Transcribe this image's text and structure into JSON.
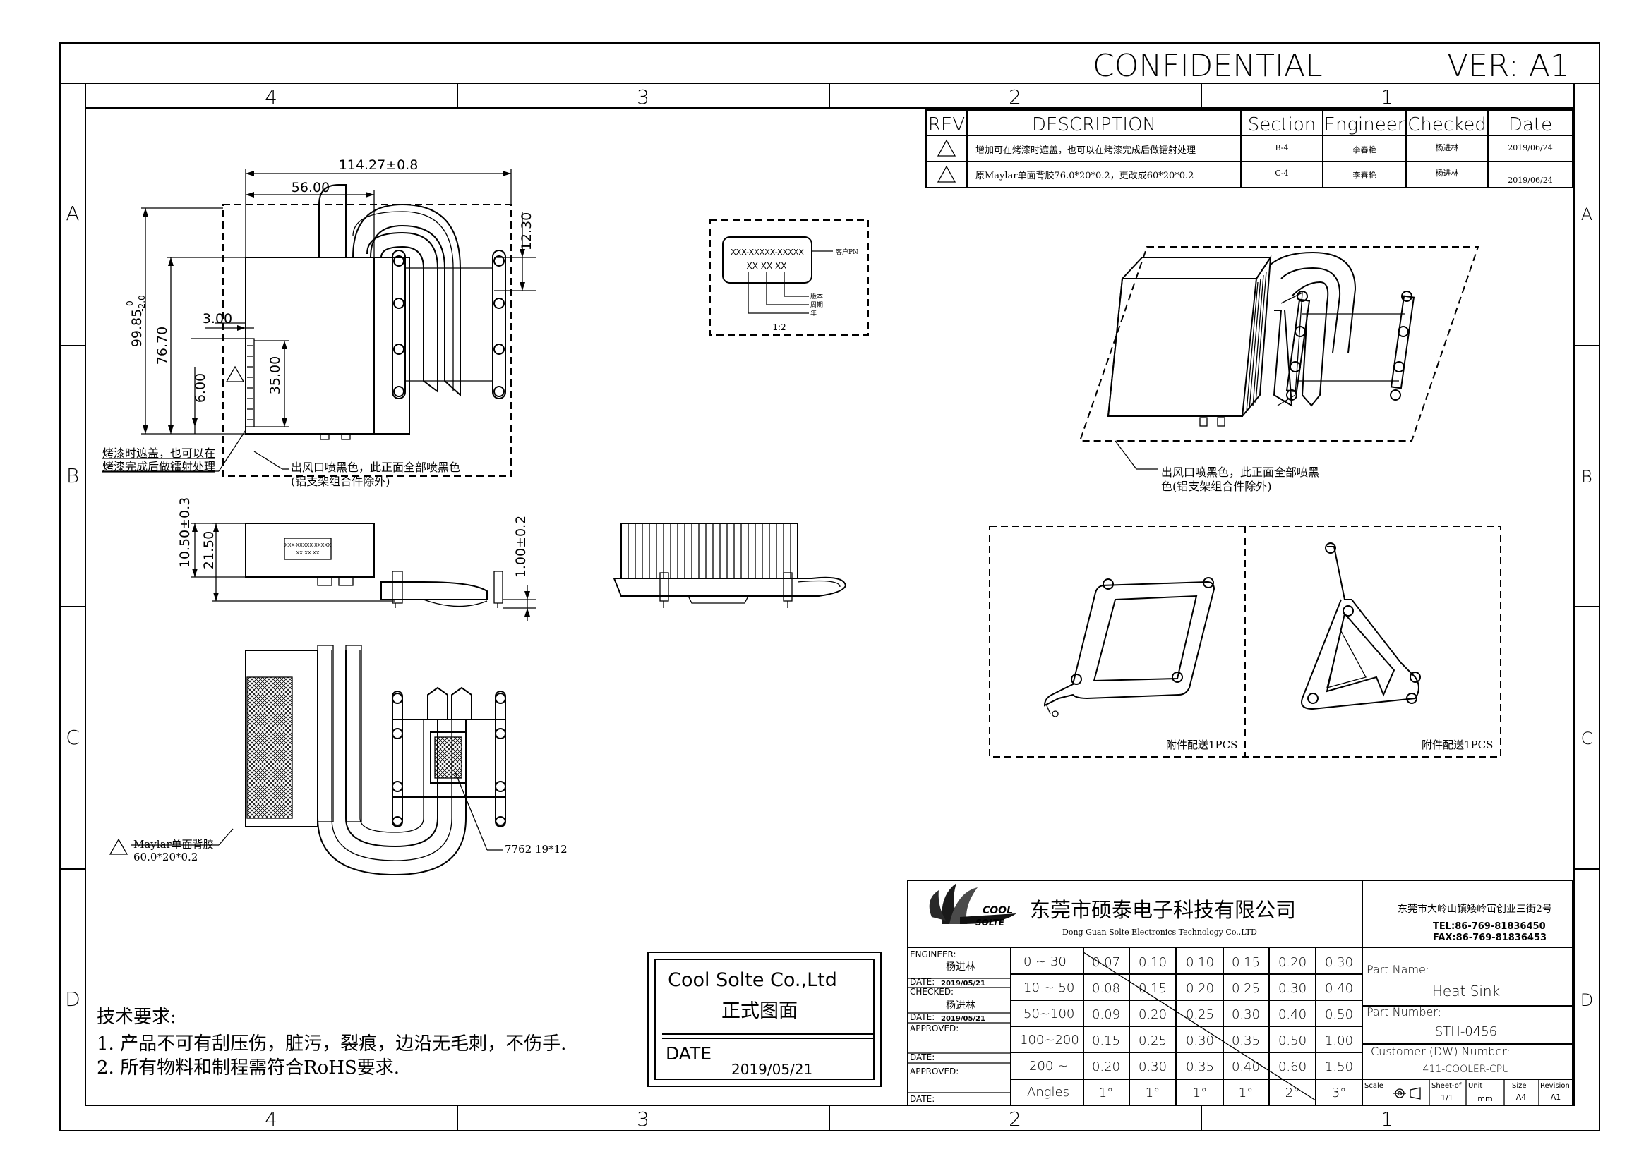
{
  "header": {
    "confidential": "CONFIDENTIAL",
    "version": "VER: A1"
  },
  "zones": {
    "cols": [
      "4",
      "3",
      "2",
      "1"
    ],
    "rows": [
      "A",
      "B",
      "C",
      "D"
    ]
  },
  "revision_table": {
    "headers": [
      "REV",
      "DESCRIPTION",
      "Section",
      "Engineer",
      "Checked",
      "Date"
    ],
    "rows": [
      {
        "desc": "增加可在烤漆时遮盖，也可以在烤漆完成后做镭射处理",
        "section": "B-4",
        "engineer": "李春艳",
        "checked": "杨进林",
        "date": "2019/06/24"
      },
      {
        "desc": "原Maylar单面背胶76.0*20*0.2，更改成60*20*0.2",
        "section": "C-4",
        "engineer": "李春艳",
        "checked": "杨进林",
        "date": "2019/06/24"
      }
    ]
  },
  "dimensions": {
    "width_total": "114.27±0.8",
    "width_fin": "56.00",
    "right_top": "12.30",
    "height_total": "99.85",
    "height_tol_upper": "0",
    "height_tol_lower": "-2.0",
    "height_fin": "76.70",
    "offset_left": "3.00",
    "label_height": "6.00",
    "label_length": "35.00",
    "side_h1": "10.50±0.3",
    "side_h2": "21.50",
    "side_right": "1.00±0.2"
  },
  "label_detail": {
    "code": "XXX-XXXXX-XXXXX",
    "customer_pn": "客户PN",
    "sub": "XX  XX  XX",
    "version": "版本",
    "week": "周期",
    "year": "年",
    "scale": "1:2"
  },
  "side_label": {
    "line1": "XXX-XXXXX-XXXXX",
    "line2": "XX XX XX"
  },
  "notes": {
    "paint_cover_1": "烤漆时遮盖，也可以在",
    "paint_cover_2": "烤漆完成后做镭射处理",
    "outlet_1": "出风口喷黑色，此正面全部喷黑色",
    "outlet_2": "(铝支架组合件除外)",
    "iso_outlet_1": "出风口喷黑色，此正面全部喷黑",
    "iso_outlet_2": "色(铝支架组合件除外)",
    "maylar_1": "Maylar单面背胶",
    "maylar_2": "60.0*20*0.2",
    "pad": "7762 19*12",
    "accessory": "附件配送1PCS"
  },
  "tech_requirements": {
    "title": "技术要求:",
    "item1": "1. 产品不可有刮压伤，脏污，裂痕，边沿无毛刺，不伤手.",
    "item2": "2. 所有物料和制程需符合RoHS要求."
  },
  "stamp": {
    "company": "Cool Solte  Co.,Ltd",
    "formal": "正式图面",
    "date_label": "DATE",
    "date": "2019/05/21"
  },
  "title_block": {
    "logo_top": "COOL",
    "logo_bottom": "SOLTE",
    "company_cn": "东莞市硕泰电子科技有限公司",
    "company_en": "Dong Guan Solte Electronics Technology Co.,LTD",
    "address": "东莞市大岭山镇矮岭冚创业三街2号",
    "tel": "TEL:86-769-81836450",
    "fax": "FAX:86-769-81836453",
    "engineer_label": "ENGINEER:",
    "engineer": "杨进林",
    "date_label": "DATE:",
    "date1": "2019/05/21",
    "checked_label": "CHECKED:",
    "checked": "杨进林",
    "date2": "2019/05/21",
    "approved_label": "APPROVED:",
    "approved2_label": "APPROVED:",
    "tolerance_rows": [
      {
        "range": "0 ~ 30",
        "vals": [
          "0.07",
          "0.10",
          "0.10",
          "0.15",
          "0.20",
          "0.30"
        ]
      },
      {
        "range": "10 ~ 50",
        "vals": [
          "0.08",
          "0.15",
          "0.20",
          "0.25",
          "0.30",
          "0.40"
        ]
      },
      {
        "range": "50~100",
        "vals": [
          "0.09",
          "0.20",
          "0.25",
          "0.30",
          "0.40",
          "0.50"
        ]
      },
      {
        "range": "100~200",
        "vals": [
          "0.15",
          "0.25",
          "0.30",
          "0.35",
          "0.50",
          "1.00"
        ]
      },
      {
        "range": "200 ~",
        "vals": [
          "0.20",
          "0.30",
          "0.35",
          "0.40",
          "0.60",
          "1.50"
        ]
      },
      {
        "range": "Angles",
        "vals": [
          "1°",
          "1°",
          "1°",
          "1°",
          "2°",
          "3°"
        ]
      }
    ],
    "part_name_label": "Part Name:",
    "part_name": "Heat Sink",
    "part_number_label": "Part Number:",
    "part_number": "STH-0456",
    "customer_label": "Customer (DW) Number:",
    "customer_number": "411-COOLER-CPU",
    "scale_label": "Scale",
    "sheet_label": "Sheet-of",
    "sheet": "1/1",
    "unit_label": "Unit",
    "unit": "mm",
    "size_label": "Size",
    "size": "A4",
    "revision_label": "Revision",
    "revision": "A1"
  }
}
